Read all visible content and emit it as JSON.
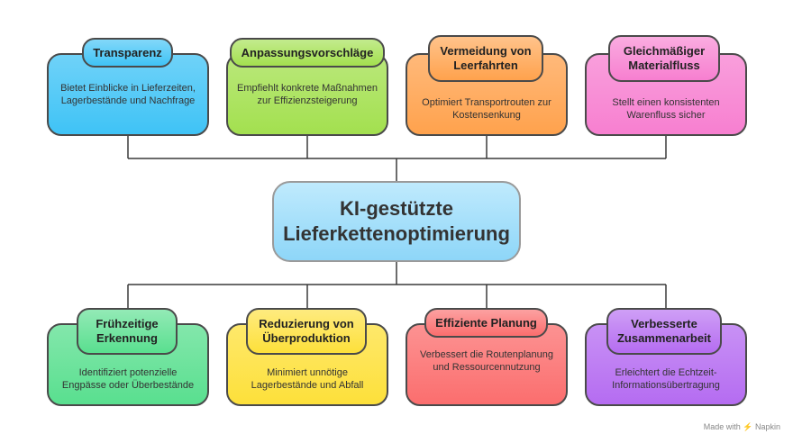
{
  "center": {
    "title": "KI-gestützte\nLieferkettenoptimierung"
  },
  "top": [
    {
      "title": "Transparenz",
      "desc": "Bietet Einblicke in Lieferzeiten, Lagerbestände und Nachfrage",
      "color": "#3fc3f6"
    },
    {
      "title": "Anpassungsvorschläge",
      "desc": "Empfiehlt konkrete Maßnahmen zur Effizienzsteigerung",
      "color": "#a3e04f"
    },
    {
      "title": "Vermeidung von Leerfahrten",
      "desc": "Optimiert Transportrouten zur Kostensenkung",
      "color": "#ffa24d"
    },
    {
      "title": "Gleichmäßiger Materialfluss",
      "desc": "Stellt einen konsistenten Warenfluss sicher",
      "color": "#f77fd0"
    }
  ],
  "bottom": [
    {
      "title": "Frühzeitige Erkennung",
      "desc": "Identifiziert potenzielle Engpässe oder Überbestände",
      "color": "#59df8f"
    },
    {
      "title": "Reduzierung von Überproduktion",
      "desc": "Minimiert unnötige Lagerbestände und Abfall",
      "color": "#fde03a"
    },
    {
      "title": "Effiziente Planung",
      "desc": "Verbessert die Routenplanung und Ressourcennutzung",
      "color": "#fb6e6e"
    },
    {
      "title": "Verbesserte Zusammenarbeit",
      "desc": "Erleichtert die Echtzeit-Informationsübertragung",
      "color": "#b56cf1"
    }
  ],
  "footer": {
    "text": "Made with ⚡ Napkin"
  }
}
